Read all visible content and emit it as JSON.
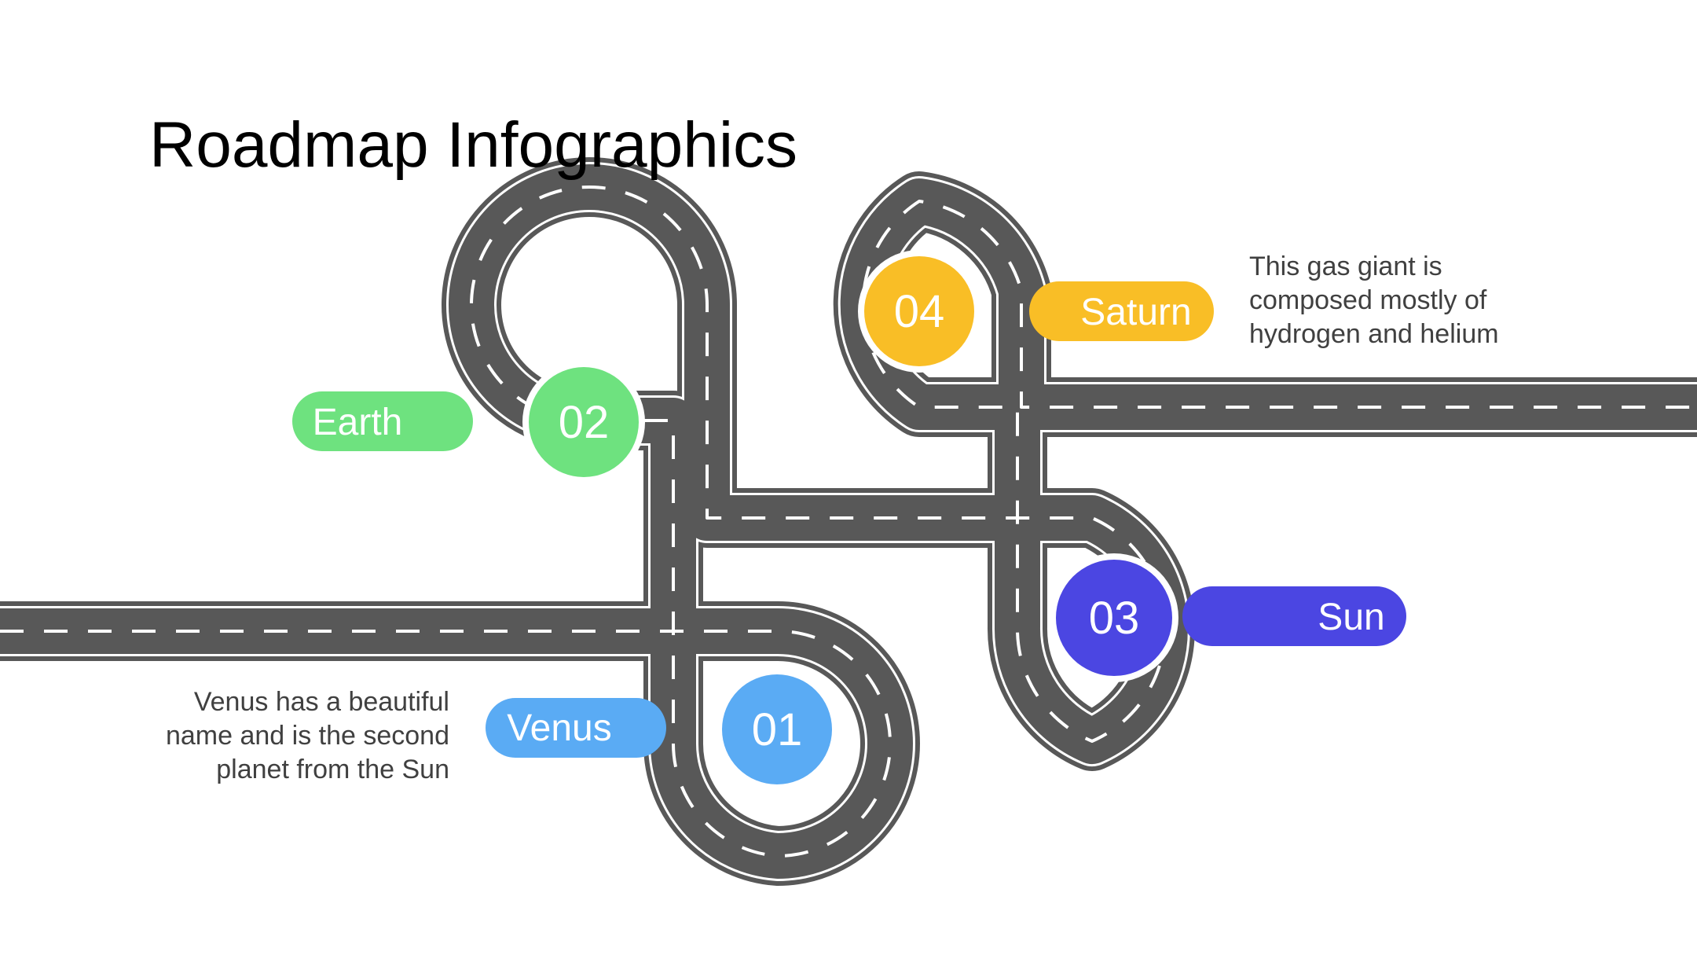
{
  "title": "Roadmap Infographics",
  "colors": {
    "road": "#585858",
    "road_line": "#ffffff",
    "venus": "#5aabf4",
    "earth": "#6ee27f",
    "sun": "#4b46e2",
    "saturn": "#f9be26",
    "text": "#404040"
  },
  "milestones": [
    {
      "number": "01",
      "label": "Venus",
      "color": "#5aabf4"
    },
    {
      "number": "02",
      "label": "Earth",
      "color": "#6ee27f"
    },
    {
      "number": "03",
      "label": "Sun",
      "color": "#4b46e2"
    },
    {
      "number": "04",
      "label": "Saturn",
      "color": "#f9be26"
    }
  ],
  "descriptions": {
    "venus": [
      "Venus has a beautiful",
      "name and is the second",
      "planet from the Sun"
    ],
    "saturn": [
      "This gas giant is",
      "composed mostly of",
      "hydrogen and helium"
    ]
  }
}
